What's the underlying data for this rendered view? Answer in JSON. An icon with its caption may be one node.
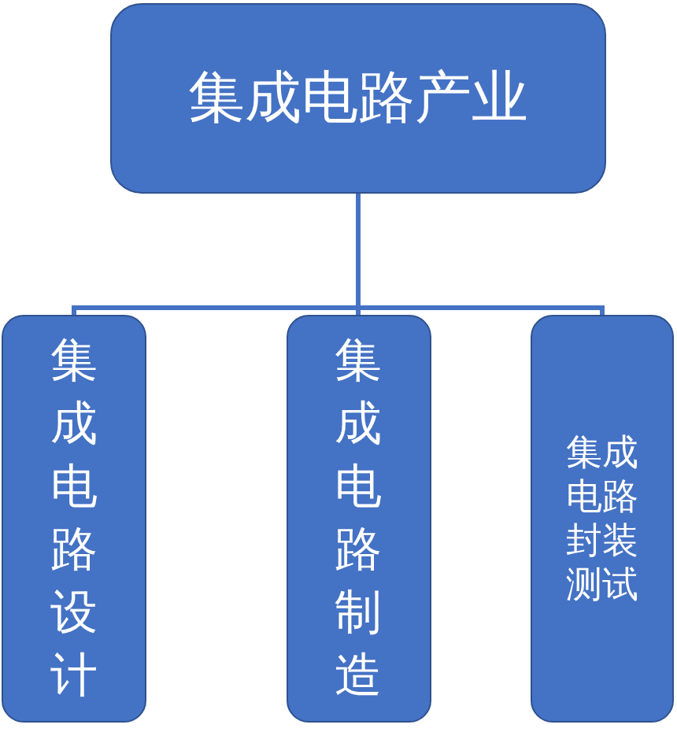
{
  "diagram": {
    "nodes": [
      {
        "text": [
          "集成电路产业"
        ]
      },
      {
        "text": [
          "集成电路设计"
        ]
      },
      {
        "text": [
          "集成电路制造"
        ]
      },
      {
        "text": [
          "集成电路封装测试"
        ]
      }
    ],
    "edges": [
      {
        "from": 0,
        "to": 1,
        "arrow": "none"
      },
      {
        "from": 0,
        "to": 2,
        "arrow": "none"
      },
      {
        "from": 0,
        "to": 3,
        "arrow": "none"
      }
    ]
  }
}
